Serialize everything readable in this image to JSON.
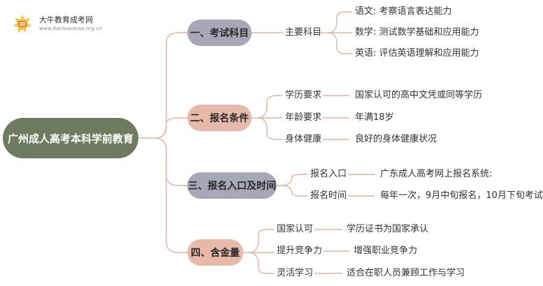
{
  "logo": {
    "name": "大牛教育成考网",
    "url": "www.daniuxueiao.org.cn"
  },
  "root": {
    "label": "广州成人高考本科学前教育"
  },
  "branches": [
    {
      "label": "一、考试科目",
      "subs": [
        {
          "label": "主要科目",
          "leaves": [
            "语文: 考察语言表达能力",
            "数学: 测试数学基础和应用能力",
            "英语: 评估英语理解和应用能力"
          ]
        }
      ]
    },
    {
      "label": "二、报名条件",
      "subs": [
        {
          "label": "学历要求",
          "leaves": [
            "国家认可的高中文凭或同等学历"
          ]
        },
        {
          "label": "年龄要求",
          "leaves": [
            "年满18岁"
          ]
        },
        {
          "label": "身体健康",
          "leaves": [
            "良好的身体健康状况"
          ]
        }
      ]
    },
    {
      "label": "三、报名入口及时间",
      "subs": [
        {
          "label": "报名入口",
          "leaves": [
            "广东成人高考网上报名系统:"
          ]
        },
        {
          "label": "报名时间",
          "leaves": [
            "每年一次，9月中旬报名，10月下旬考试"
          ]
        }
      ]
    },
    {
      "label": "四、含金量",
      "subs": [
        {
          "label": "国家认可",
          "leaves": [
            "学历证书为国家承认"
          ]
        },
        {
          "label": "提升竞争力",
          "leaves": [
            "增强职业竞争力"
          ]
        },
        {
          "label": "灵活学习",
          "leaves": [
            "适合在职人员兼顾工作与学习"
          ]
        }
      ]
    }
  ],
  "colors": {
    "root": "#6f7b5f",
    "branch_gray": "#a8a7b8",
    "branch_pink": "#e6b9a8",
    "connector": "#e3b4a4"
  }
}
